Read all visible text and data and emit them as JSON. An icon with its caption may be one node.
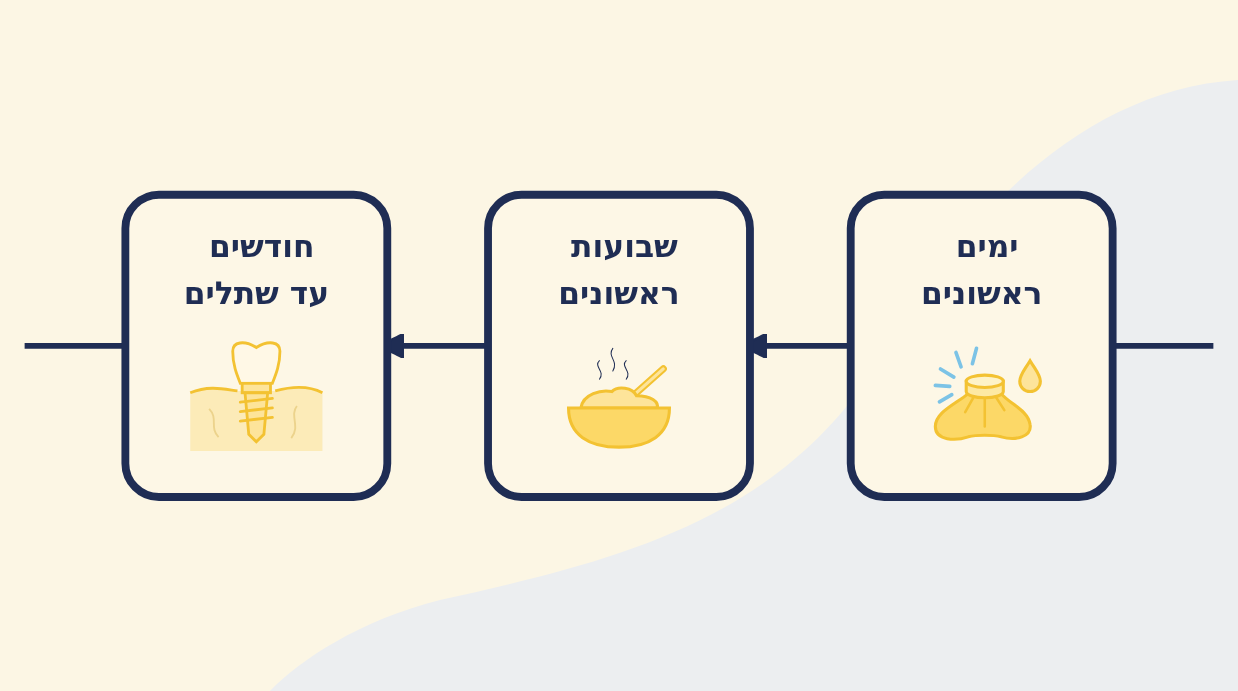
{
  "diagram": {
    "nodes": [
      {
        "text": [
          "ימים ראשונים"
        ]
      },
      {
        "text": [
          "שבועות ראשונים"
        ]
      },
      {
        "text": [
          "חודשים עד שתלים"
        ]
      }
    ],
    "edges": [
      {
        "from": null,
        "to": 0,
        "arrow": "none"
      },
      {
        "from": 0,
        "to": 1,
        "arrow": "to"
      },
      {
        "from": 1,
        "to": 2,
        "arrow": "to"
      },
      {
        "from": 2,
        "to": null,
        "arrow": "none"
      }
    ]
  }
}
